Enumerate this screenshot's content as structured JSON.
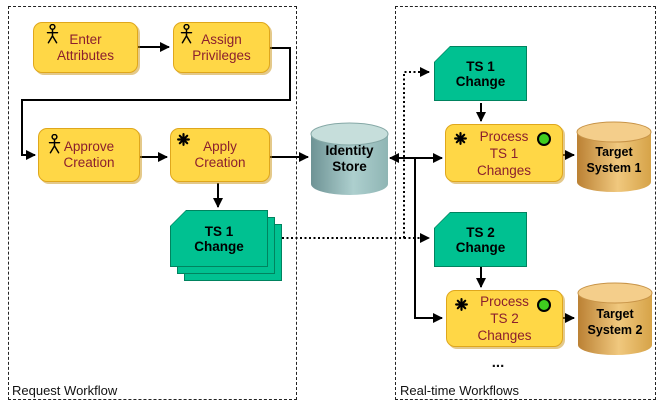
{
  "groups": {
    "request": {
      "label": "Request Workflow"
    },
    "realtime": {
      "label": "Real-time Workflows",
      "more": "..."
    }
  },
  "nodes": {
    "enter_attributes": {
      "label": "Enter\nAttributes",
      "icon": "person"
    },
    "assign_privileges": {
      "label": "Assign\nPrivileges",
      "icon": "person"
    },
    "approve_creation": {
      "label": "Approve\nCreation",
      "icon": "person"
    },
    "apply_creation": {
      "label": "Apply\nCreation",
      "icon": "asterisk"
    },
    "ts1_change_stack": {
      "label": "TS 1\nChange"
    },
    "identity_store": {
      "label": "Identity\nStore"
    },
    "ts1_change": {
      "label": "TS 1\nChange"
    },
    "process_ts1_changes": {
      "label": "Process\nTS 1\nChanges",
      "icons": [
        "asterisk",
        "status-dot"
      ]
    },
    "target_system_1": {
      "label": "Target\nSystem 1"
    },
    "ts2_change": {
      "label": "TS 2\nChange"
    },
    "process_ts2_changes": {
      "label": "Process\nTS 2\nChanges",
      "icons": [
        "asterisk",
        "status-dot"
      ]
    },
    "target_system_2": {
      "label": "Target\nSystem 2"
    }
  },
  "colors": {
    "task_fill": "#FFD746",
    "task_text": "#8B1F2E",
    "event_fill": "#00C191",
    "status_dot": "#3FCC1F",
    "store_top": "#C6DEDB",
    "store_body": "#8FB5B4",
    "target_top": "#F4CE8B",
    "target_body": "#D6A348",
    "connector": "#000000"
  }
}
